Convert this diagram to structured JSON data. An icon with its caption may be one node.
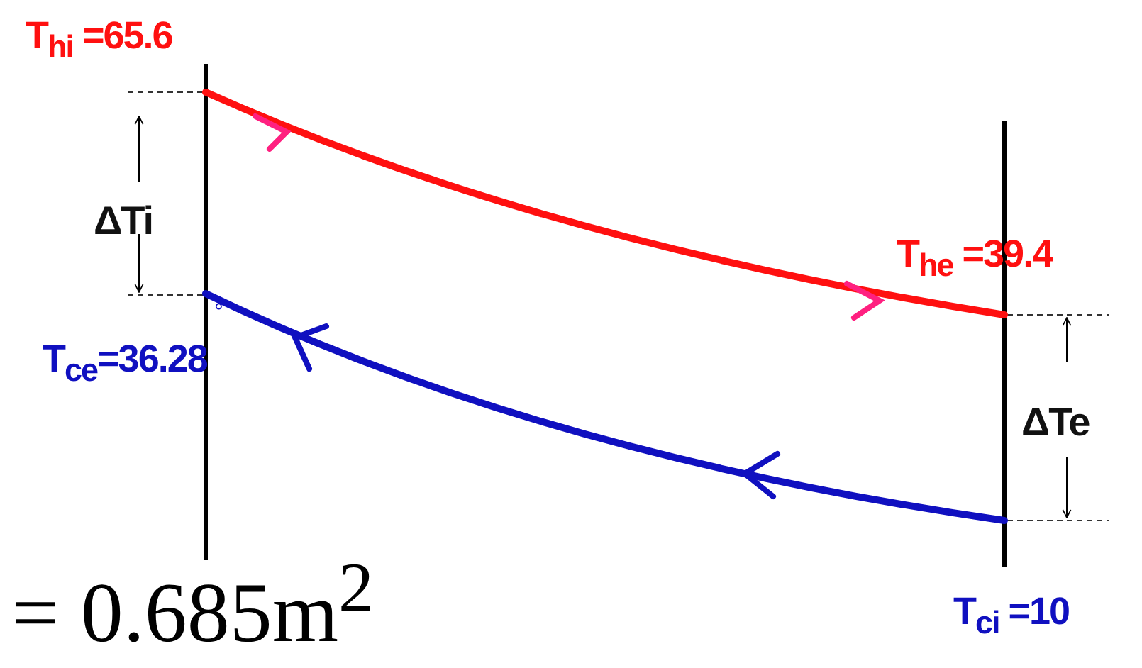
{
  "diagram": {
    "labels": [
      "T$_{hi}$ =65.6",
      "ΔTi",
      "T$_{he}$ =39.4",
      "°",
      "T$_{ce}$=36.28",
      "ΔTe",
      "T$_{ci}$ =10",
      "= 0.685m$^{2}$"
    ]
  }
}
